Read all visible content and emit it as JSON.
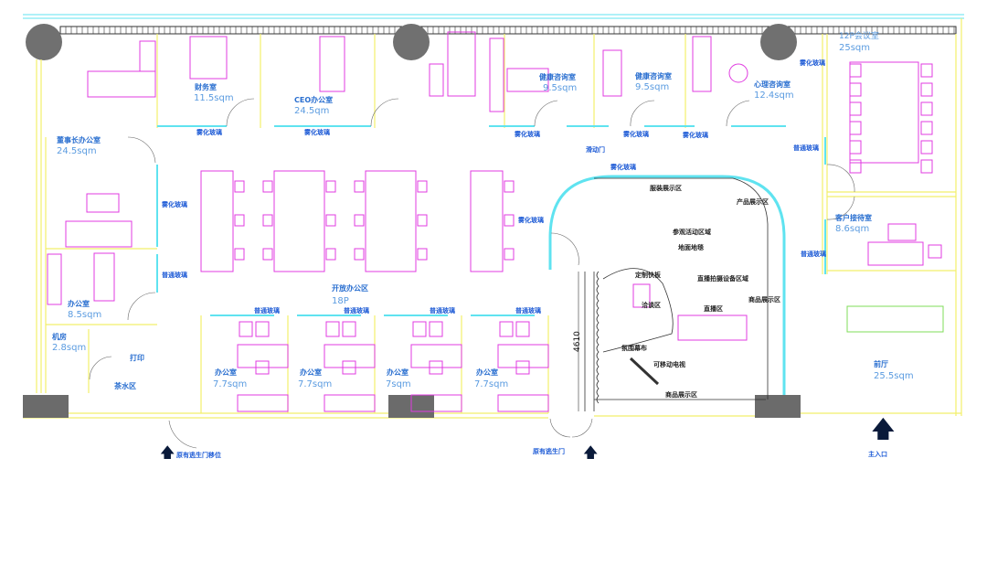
{
  "plan": {
    "rooms": {
      "chairman": {
        "name": "董事长办公室",
        "area": "24.5sqm"
      },
      "finance": {
        "name": "财务室",
        "area": "11.5sqm"
      },
      "ceo": {
        "name": "CEO办公室",
        "area": "24.5qm"
      },
      "health1": {
        "name": "健康咨询室",
        "area": "9.5sqm"
      },
      "health2": {
        "name": "健康咨询室",
        "area": "9.5sqm"
      },
      "psych": {
        "name": "心理咨询室",
        "area": "12.4sqm"
      },
      "meeting": {
        "name": "12P会议室",
        "area": "25sqm"
      },
      "reception": {
        "name": "客户接待室",
        "area": "8.6sqm"
      },
      "lobby": {
        "name": "前厅",
        "area": "25.5sqm"
      },
      "open_office": {
        "name": "开放办公区",
        "area": "18P"
      },
      "office_a": {
        "name": "办公室",
        "area": "8.5sqm"
      },
      "server": {
        "name": "机房",
        "area": "2.8sqm"
      },
      "print": {
        "name": "打印"
      },
      "tea": {
        "name": "茶水区"
      },
      "office1": {
        "name": "办公室",
        "area": "7.7sqm"
      },
      "office2": {
        "name": "办公室",
        "area": "7.7sqm"
      },
      "office3": {
        "name": "办公室",
        "area": "7sqm"
      },
      "office4": {
        "name": "办公室",
        "area": "7.7sqm"
      }
    },
    "glass": {
      "frosted": "雾化玻璃",
      "clear": "普通玻璃",
      "sliding": "滑动门"
    },
    "showroom": {
      "clothing": "服装展示区",
      "product": "产品展示区",
      "visit": "参观活动区域",
      "carpet": "地面地毯",
      "live_equipment": "直播拍摄设备区域",
      "goods_right": "商品展示区",
      "goods_bottom": "商品展示区",
      "live": "直播区",
      "talk": "洽谈区",
      "custom": "定制快板",
      "curtain": "氛围幕布",
      "tv": "可移动电视",
      "dimension": "4610"
    },
    "entrances": {
      "escape_moved": "原有逃生门移位",
      "escape": "原有逃生门",
      "main": "主入口"
    },
    "colors": {
      "wall": "#f2ef6a",
      "glass": "#5fe3f0",
      "furniture": "#e03be0",
      "text": "#1e5bd6",
      "column": "#707070"
    }
  }
}
